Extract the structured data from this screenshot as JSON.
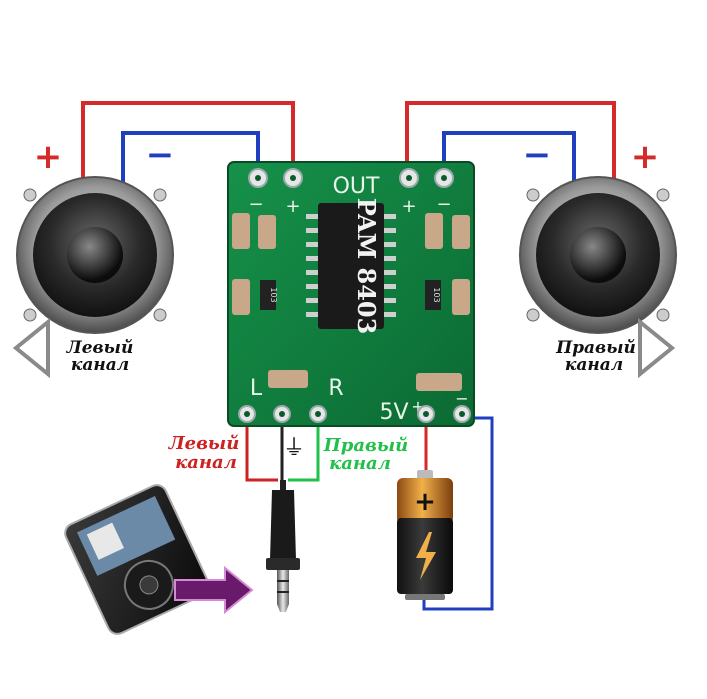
{
  "wiring_diagram": {
    "board": {
      "chip_text": "PAM 8403",
      "out_label": "OUT",
      "left_pin_label": "L",
      "right_pin_label": "R",
      "power_label": "5V",
      "plus_sign": "+",
      "minus_sign": "−",
      "ground_symbol": "⏚",
      "resistor_code": "103",
      "board_color": "#0e7a3c"
    },
    "left_speaker": {
      "plus": "+",
      "minus": "−",
      "caption_line1": "Левый",
      "caption_line2": "канал"
    },
    "right_speaker": {
      "plus": "+",
      "minus": "−",
      "caption_line1": "Правый",
      "caption_line2": "канал"
    },
    "input_labels": {
      "left_line1": "Левый",
      "left_line2": "канал",
      "right_line1": "Правый",
      "right_line2": "канал"
    },
    "battery": {
      "plus": "+"
    },
    "colors": {
      "positive_wire": "#d42a2a",
      "negative_wire": "#1f3fbf",
      "left_channel": "#cc2222",
      "right_channel": "#22c04a",
      "arrow": "#6a1a6a"
    }
  },
  "gallery_nav": {
    "prev_icon": "chevron-left-icon",
    "next_icon": "chevron-right-icon"
  }
}
